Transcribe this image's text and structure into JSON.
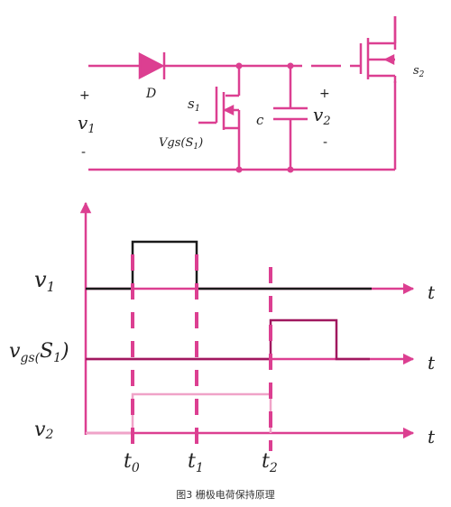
{
  "colors": {
    "magenta": "#dc3f91",
    "black": "#1a1a1a",
    "dark_magenta": "#a0185f",
    "light_pink": "#f0a3c8"
  },
  "circuit": {
    "plus_in": "+",
    "v1_label": "v",
    "v1_sub": "1",
    "minus_in": "-",
    "diode_label": "D",
    "s1_label": "s",
    "s1_sub": "1",
    "vgs_label": "Vgs(S",
    "vgs_sub": "1",
    "vgs_close": ")",
    "cap_label": "c",
    "plus_out": "+",
    "v2_label": "v",
    "v2_sub": "2",
    "minus_out": "-",
    "s2_label": "s",
    "s2_sub": "2"
  },
  "timing": {
    "row1": {
      "label": "v",
      "sub": "1"
    },
    "row2": {
      "label": "v",
      "sub1": "gs(",
      "mid": "S",
      "sub2": "1",
      "close": ")"
    },
    "row3": {
      "label": "v",
      "sub": "2"
    },
    "axis_t": "t",
    "ticks": [
      {
        "label": "t",
        "sub": "0"
      },
      {
        "label": "t",
        "sub": "1"
      },
      {
        "label": "t",
        "sub": "2"
      }
    ]
  },
  "caption": "图3 栅极电荷保持原理"
}
